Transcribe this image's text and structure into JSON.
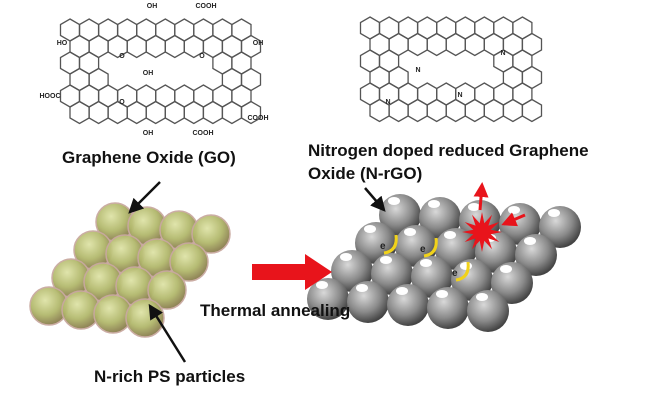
{
  "labels": {
    "go": "Graphene Oxide (GO)",
    "nrgo_line1": "Nitrogen doped reduced Graphene",
    "nrgo_line2": "Oxide (N-rGO)",
    "thermal": "Thermal annealing",
    "ps": "N-rich PS particles"
  },
  "go_groups": [
    "OH",
    "COOH",
    "HO",
    "OH",
    "O",
    "O",
    "OH",
    "HOOC",
    "O",
    "COOH",
    "OH",
    "COOH"
  ],
  "nrgo_atoms": [
    "N",
    "N",
    "N",
    "N"
  ],
  "electron_label": "e",
  "colors": {
    "arrow": "#e8141b",
    "sphere_green": "#b9c07a",
    "sphere_grey": "#8a8a8a",
    "electron": "#f1d21a",
    "line": "#555555"
  }
}
